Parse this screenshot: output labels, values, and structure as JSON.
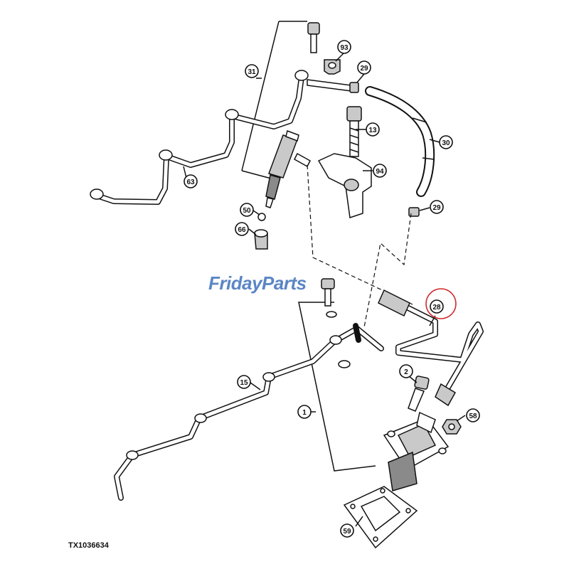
{
  "figure_id": "TX1036634",
  "watermark": {
    "part1": "Friday",
    "part2": "Parts",
    "color": "#5b86c5",
    "accent": "#f2b43a"
  },
  "highlight_color": "#d0282b",
  "callouts": [
    {
      "label": "31",
      "name": "callout-31"
    },
    {
      "label": "93",
      "name": "callout-93"
    },
    {
      "label": "29",
      "name": "callout-29-upper"
    },
    {
      "label": "13",
      "name": "callout-13"
    },
    {
      "label": "30",
      "name": "callout-30"
    },
    {
      "label": "94",
      "name": "callout-94"
    },
    {
      "label": "63",
      "name": "callout-63"
    },
    {
      "label": "29",
      "name": "callout-29-lower"
    },
    {
      "label": "50",
      "name": "callout-50"
    },
    {
      "label": "66",
      "name": "callout-66"
    },
    {
      "label": "28",
      "name": "callout-28"
    },
    {
      "label": "15",
      "name": "callout-15"
    },
    {
      "label": "2",
      "name": "callout-2"
    },
    {
      "label": "1",
      "name": "callout-1"
    },
    {
      "label": "58",
      "name": "callout-58"
    },
    {
      "label": "59",
      "name": "callout-59"
    }
  ]
}
